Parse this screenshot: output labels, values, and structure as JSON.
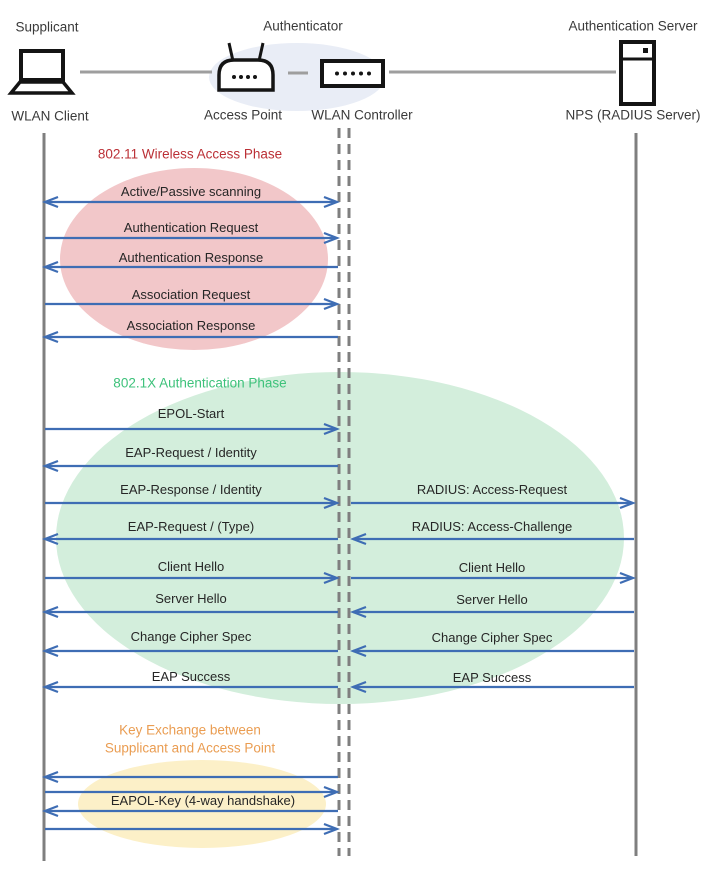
{
  "diagram": {
    "roles": [
      {
        "label": "Supplicant"
      },
      {
        "label": "Authenticator"
      },
      {
        "label": "Authentication Server"
      }
    ],
    "nodes": [
      {
        "label": "WLAN Client",
        "icon": "laptop-icon"
      },
      {
        "label": "Access Point",
        "icon": "access-point-icon"
      },
      {
        "label": "WLAN Controller",
        "icon": "wlan-controller-icon"
      },
      {
        "label": "NPS (RADIUS Server)",
        "icon": "server-icon"
      }
    ],
    "phases": [
      {
        "title": "802.11 Wireless Access Phase",
        "title_color": "#BB3036",
        "ellipse_color": "#F2C7C9",
        "messages": [
          {
            "label": "Active/Passive scanning",
            "direction": "both"
          },
          {
            "label": "Authentication Request",
            "direction": "right"
          },
          {
            "label": "Authentication Response",
            "direction": "left"
          },
          {
            "label": "Association Request",
            "direction": "right"
          },
          {
            "label": "Association Response",
            "direction": "left"
          }
        ]
      },
      {
        "title": "802.1X Authentication Phase",
        "title_color": "#3EC27B",
        "ellipse_color": "#D3EEDC",
        "messages": [
          {
            "label": "EPOL-Start",
            "direction": "right"
          },
          {
            "label": "EAP-Request / Identity",
            "direction": "left"
          },
          {
            "label": "EAP-Response / Identity",
            "direction": "right"
          },
          {
            "label": "EAP-Request / (Type)",
            "direction": "left"
          },
          {
            "label": "Client Hello",
            "direction": "right"
          },
          {
            "label": "Server Hello",
            "direction": "left"
          },
          {
            "label": "Change Cipher Spec",
            "direction": "left"
          },
          {
            "label": "EAP Success",
            "direction": "left"
          }
        ],
        "radius_messages": [
          {
            "label": "RADIUS: Access-Request",
            "direction": "right"
          },
          {
            "label": "RADIUS: Access-Challenge",
            "direction": "left"
          },
          {
            "label": "Client Hello",
            "direction": "right"
          },
          {
            "label": "Server Hello",
            "direction": "left"
          },
          {
            "label": "Change Cipher Spec",
            "direction": "left"
          },
          {
            "label": "EAP Success",
            "direction": "left"
          }
        ]
      },
      {
        "title_line1": "Key Exchange between",
        "title_line2": "Supplicant and Access Point",
        "title_color": "#EA9D52",
        "ellipse_color": "#FCF0C8",
        "messages": [
          {
            "label": "EAPOL-Key (4-way handshake)",
            "direction": "both"
          }
        ]
      }
    ],
    "colors": {
      "arrow": "#3E6DB4",
      "lifeline": "#7F7F7F",
      "connector": "#9E9E9E",
      "authenticator_ellipse": "#E9EDF6",
      "icon_stroke": "#141414",
      "text": "#262626"
    }
  }
}
